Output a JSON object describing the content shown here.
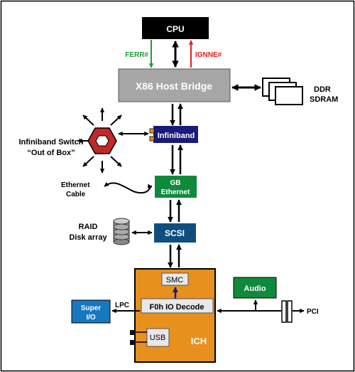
{
  "blocks": {
    "cpu": "CPU",
    "host_bridge": "X86 Host Bridge",
    "infiniband": "Infiniband",
    "gb_ethernet_line1": "GB",
    "gb_ethernet_line2": "Ethernet",
    "scsi": "SCSI",
    "ich": "ICH",
    "smc": "SMC",
    "io_decode": "F0h IO Decode",
    "usb": "USB",
    "audio": "Audio",
    "super_io_line1": "Super",
    "super_io_line2": "I/O"
  },
  "signals": {
    "ferr": "FERR#",
    "ignne": "IGNNE#",
    "lpc": "LPC",
    "pci": "PCI"
  },
  "external": {
    "ddr_line1": "DDR",
    "ddr_line2": "SDRAM",
    "switch_line1": "Infiniband Switch",
    "switch_line2": "“Out of Box”",
    "cable_line1": "Ethernet",
    "cable_line2": "Cable",
    "raid_line1": "RAID",
    "raid_line2": "Disk array"
  },
  "colors": {
    "cpu_fill": "#000000",
    "bridge_fill": "#a6a6a6",
    "infiniband_fill": "#1a1a7a",
    "ethernet_fill": "#0f8a3c",
    "scsi_fill": "#0f4f80",
    "ich_fill": "#e8901e",
    "audio_fill": "#0f8a3c",
    "superio_fill": "#1778c0",
    "ferr_color": "#1e9a3a",
    "ignne_color": "#e02020",
    "switch_fill": "#c0282a"
  }
}
